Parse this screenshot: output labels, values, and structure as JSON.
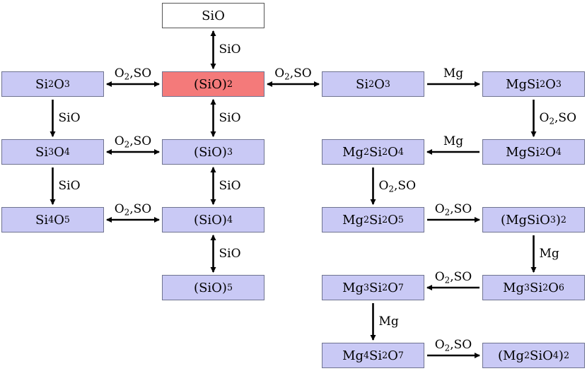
{
  "diagram": {
    "nodes": [
      {
        "id": "SiO",
        "label": "SiO",
        "style": "white"
      },
      {
        "id": "SiO2",
        "label": "(SiO)_2",
        "style": "red"
      },
      {
        "id": "SiO3",
        "label": "(SiO)_3",
        "style": "blue"
      },
      {
        "id": "SiO4",
        "label": "(SiO)_4",
        "style": "blue"
      },
      {
        "id": "SiO5",
        "label": "(SiO)_5",
        "style": "blue"
      },
      {
        "id": "Si2O3L",
        "label": "Si_2O_3",
        "style": "blue"
      },
      {
        "id": "Si3O4",
        "label": "Si_3O_4",
        "style": "blue"
      },
      {
        "id": "Si4O5",
        "label": "Si_4O_5",
        "style": "blue"
      },
      {
        "id": "Si2O3R",
        "label": "Si_2O_3",
        "style": "blue"
      },
      {
        "id": "MgSi2O3",
        "label": "MgSi_2O_3",
        "style": "blue"
      },
      {
        "id": "MgSi2O4",
        "label": "MgSi_2O_4",
        "style": "blue"
      },
      {
        "id": "Mg2Si2O4",
        "label": "Mg_2Si_2O_4",
        "style": "blue"
      },
      {
        "id": "Mg2Si2O5",
        "label": "Mg_2Si_2O_5",
        "style": "blue"
      },
      {
        "id": "MgSiO3_2",
        "label": "(MgSiO_3)_2",
        "style": "blue"
      },
      {
        "id": "Mg3Si2O6",
        "label": "Mg_3Si_2O_6",
        "style": "blue"
      },
      {
        "id": "Mg3Si2O7",
        "label": "Mg_3Si_2O_7",
        "style": "blue"
      },
      {
        "id": "Mg4Si2O7",
        "label": "Mg_4Si_2O_7",
        "style": "blue"
      },
      {
        "id": "Mg2SiO4_2",
        "label": "(Mg_2SiO_4)_2",
        "style": "blue"
      }
    ],
    "edges": [
      {
        "from": "SiO",
        "to": "SiO2",
        "label": "SiO",
        "direction": "both"
      },
      {
        "from": "SiO2",
        "to": "SiO3",
        "label": "SiO",
        "direction": "both"
      },
      {
        "from": "SiO3",
        "to": "SiO4",
        "label": "SiO",
        "direction": "both"
      },
      {
        "from": "SiO4",
        "to": "SiO5",
        "label": "SiO",
        "direction": "both"
      },
      {
        "from": "SiO2",
        "to": "Si2O3L",
        "label": "O_2,SO",
        "direction": "both"
      },
      {
        "from": "SiO3",
        "to": "Si3O4",
        "label": "O_2,SO",
        "direction": "both"
      },
      {
        "from": "SiO4",
        "to": "Si4O5",
        "label": "O_2,SO",
        "direction": "both"
      },
      {
        "from": "Si2O3L",
        "to": "Si3O4",
        "label": "SiO",
        "direction": "forward"
      },
      {
        "from": "Si3O4",
        "to": "Si4O5",
        "label": "SiO",
        "direction": "forward"
      },
      {
        "from": "SiO2",
        "to": "Si2O3R",
        "label": "O_2,SO",
        "direction": "both"
      },
      {
        "from": "Si2O3R",
        "to": "MgSi2O3",
        "label": "Mg",
        "direction": "forward"
      },
      {
        "from": "MgSi2O3",
        "to": "MgSi2O4",
        "label": "O_2,SO",
        "direction": "forward"
      },
      {
        "from": "MgSi2O4",
        "to": "Mg2Si2O4",
        "label": "Mg",
        "direction": "forward"
      },
      {
        "from": "Mg2Si2O4",
        "to": "Mg2Si2O5",
        "label": "O_2,SO",
        "direction": "forward"
      },
      {
        "from": "Mg2Si2O5",
        "to": "MgSiO3_2",
        "label": "O_2,SO",
        "direction": "forward"
      },
      {
        "from": "MgSiO3_2",
        "to": "Mg3Si2O6",
        "label": "Mg",
        "direction": "forward"
      },
      {
        "from": "Mg3Si2O6",
        "to": "Mg3Si2O7",
        "label": "O_2,SO",
        "direction": "forward"
      },
      {
        "from": "Mg3Si2O7",
        "to": "Mg4Si2O7",
        "label": "Mg",
        "direction": "forward"
      },
      {
        "from": "Mg4Si2O7",
        "to": "Mg2SiO4_2",
        "label": "O_2,SO",
        "direction": "forward"
      }
    ],
    "colors": {
      "node_fill": "#c9c9f5",
      "highlight_fill": "#f47a7a",
      "start_fill": "#ffffff",
      "arrow": "#000000"
    }
  }
}
